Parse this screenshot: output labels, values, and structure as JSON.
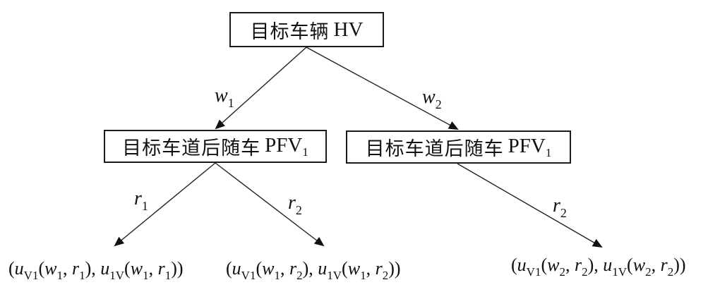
{
  "diagram": {
    "type": "decision-tree",
    "nodes": {
      "root": {
        "cjk": "目标车辆",
        "latin": "HV"
      },
      "left": {
        "cjk": "目标车道后随车",
        "latin": "PFV",
        "sub": "1"
      },
      "right": {
        "cjk": "目标车道后随车",
        "latin": "PFV",
        "sub": "1"
      }
    },
    "edges": [
      {
        "from": "root",
        "to": "left",
        "var": "w",
        "sub": "1"
      },
      {
        "from": "root",
        "to": "right",
        "var": "w",
        "sub": "2"
      },
      {
        "from": "left",
        "to": "leaf1",
        "var": "r",
        "sub": "1"
      },
      {
        "from": "left",
        "to": "leaf2",
        "var": "r",
        "sub": "2"
      },
      {
        "from": "right",
        "to": "leaf3",
        "var": "r",
        "sub": "2"
      }
    ],
    "leaves": [
      {
        "u": "u",
        "s1": "V1",
        "w": "w",
        "ws": "1",
        "r": "r",
        "rs": "1",
        "s2": "1V"
      },
      {
        "u": "u",
        "s1": "V1",
        "w": "w",
        "ws": "1",
        "r": "r",
        "rs": "2",
        "s2": "1V"
      },
      {
        "u": "u",
        "s1": "V1",
        "w": "w",
        "ws": "2",
        "r": "r",
        "rs": "2",
        "s2": "1V"
      }
    ],
    "punct": {
      "open": "(",
      "close": ")",
      "comma": ", "
    }
  }
}
